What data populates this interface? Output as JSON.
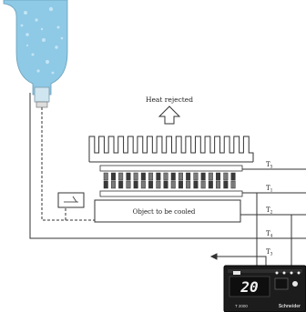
{
  "diagram": {
    "heat_label": "Heat rejected",
    "object_label": "Object to be cooled",
    "thermocouples": [
      {
        "label": "T",
        "sub": "5"
      },
      {
        "label": "T",
        "sub": "1"
      },
      {
        "label": "T",
        "sub": "2"
      },
      {
        "label": "T",
        "sub": "4"
      },
      {
        "label": "T",
        "sub": "3"
      }
    ],
    "controller": {
      "display": "20",
      "brand": "Schneider",
      "model": "T 2000"
    },
    "colors": {
      "water": "#8ec9e6",
      "line": "#333333",
      "panel": "#1c1c1c"
    }
  }
}
